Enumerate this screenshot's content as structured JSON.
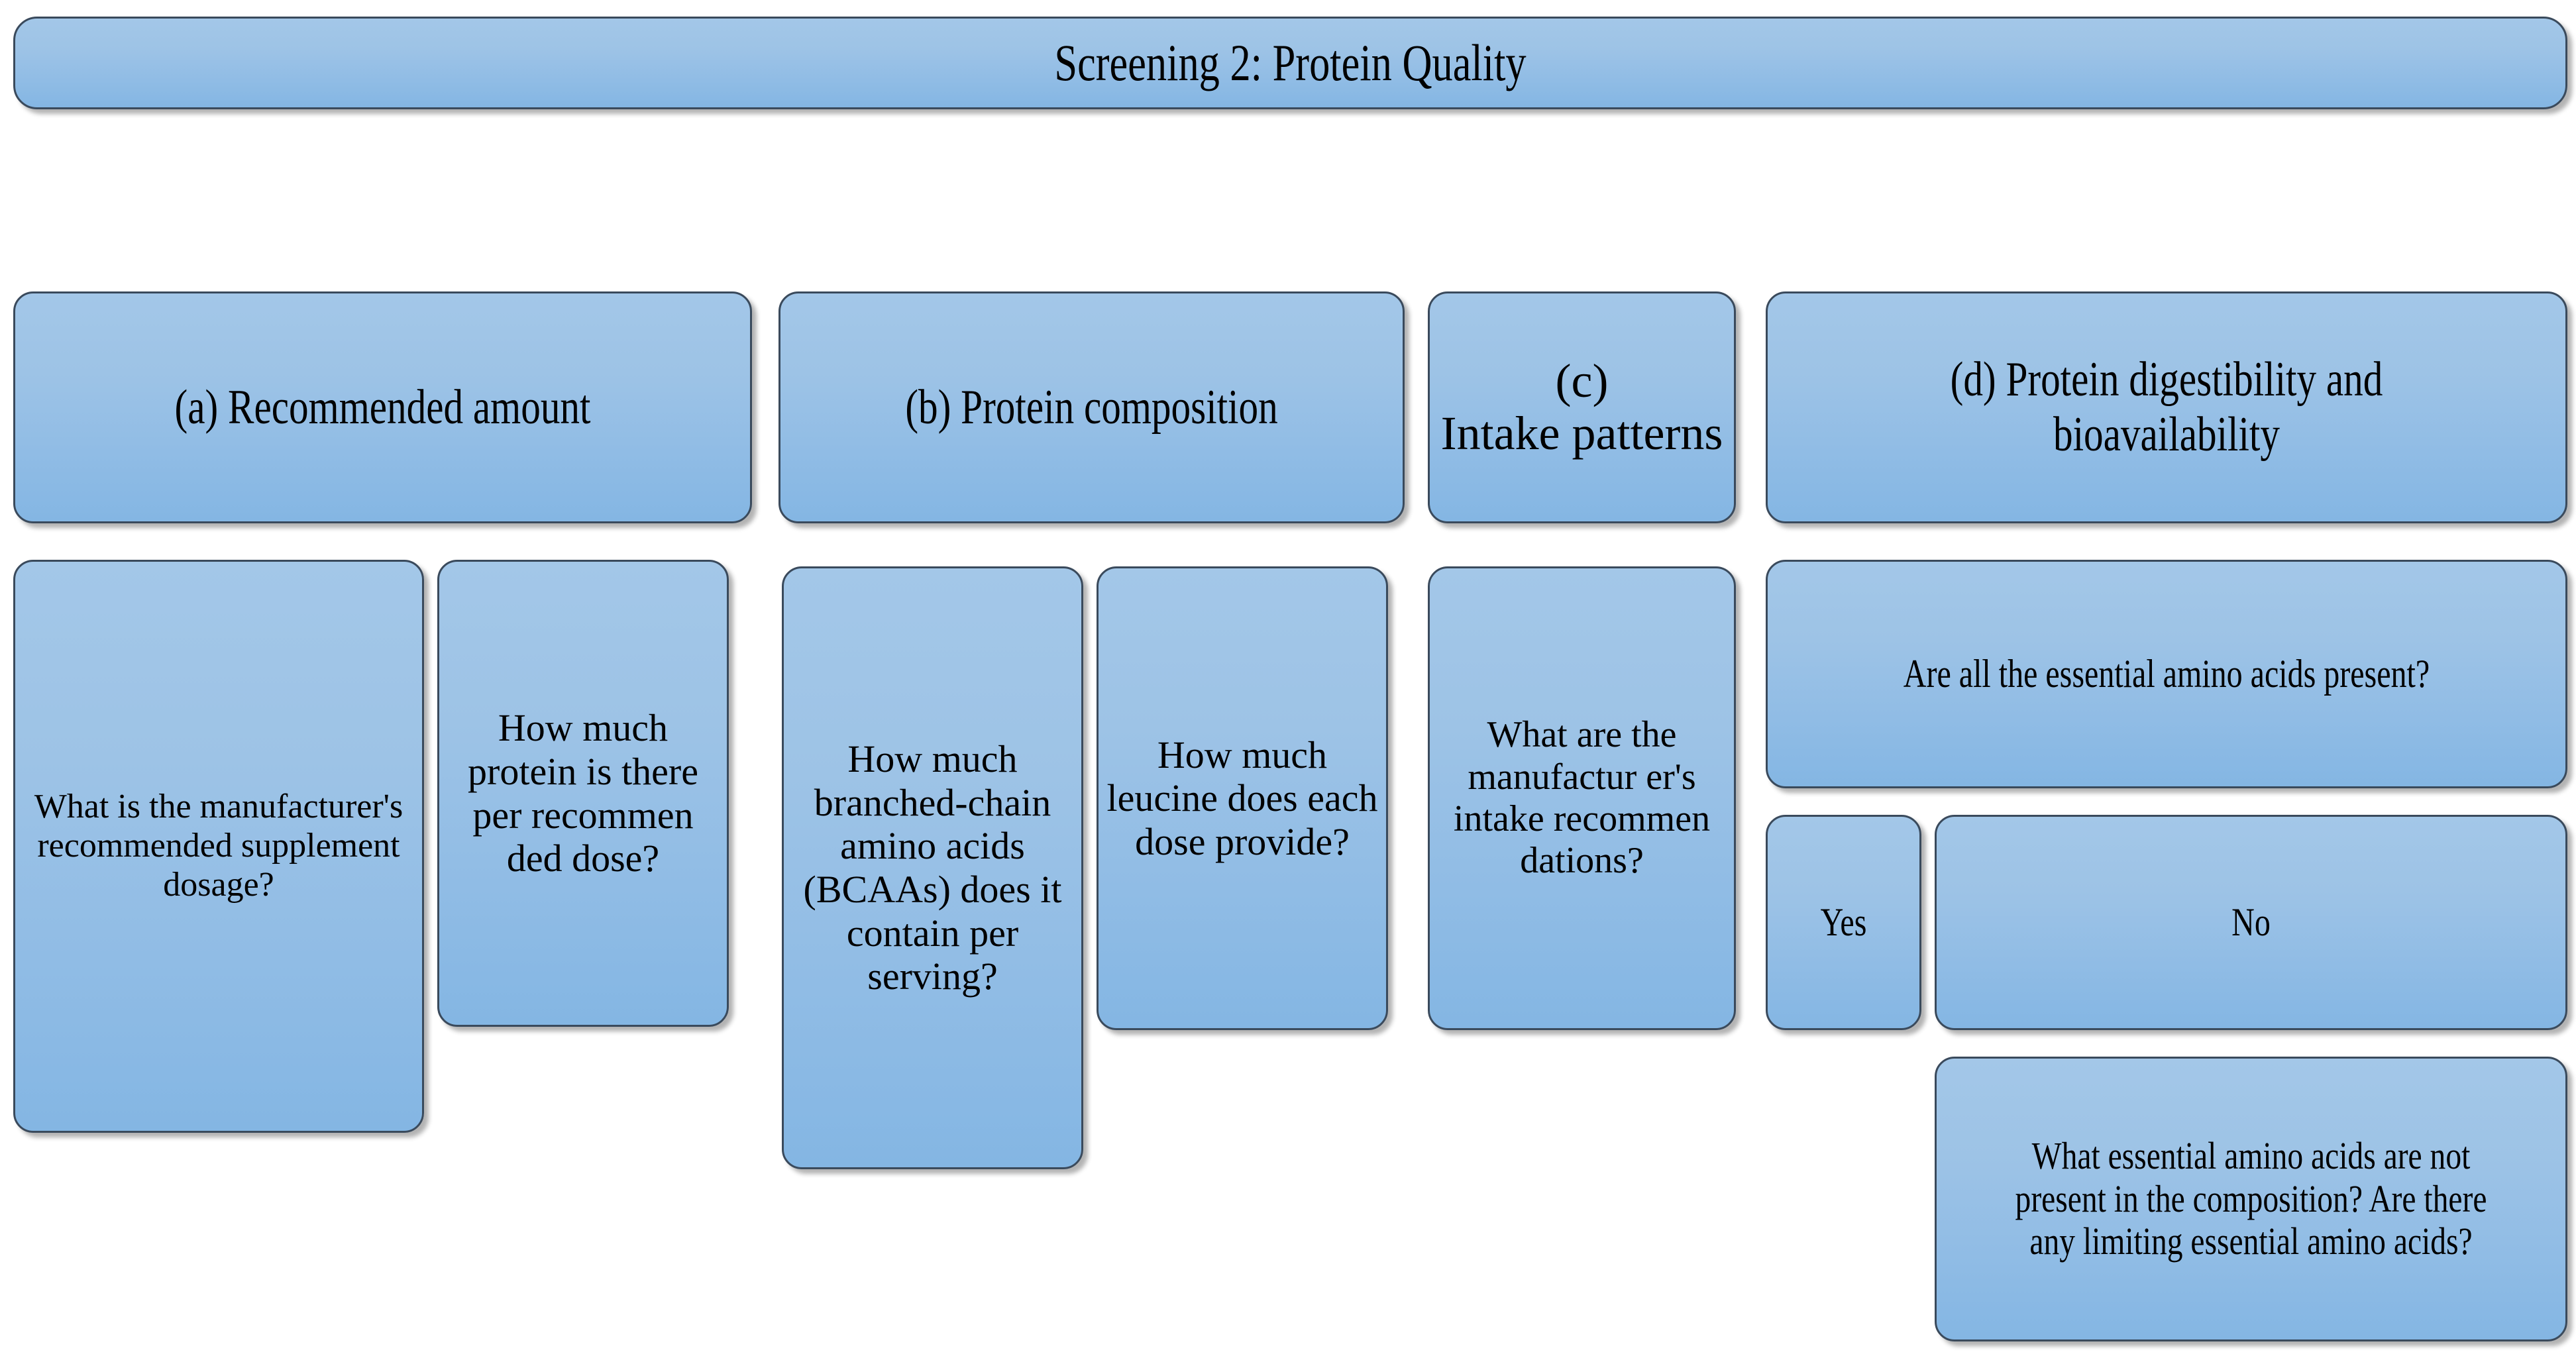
{
  "diagram": {
    "title": "Screening 2: Protein Quality",
    "categories": [
      {
        "key": "a",
        "label": "(a) Recommended amount"
      },
      {
        "key": "b",
        "label": "(b) Protein composition"
      },
      {
        "key": "c",
        "label": "(c)\nIntake patterns"
      },
      {
        "key": "d",
        "label": "(d) Protein digestibility and bioavailability"
      }
    ],
    "questions": {
      "a1": "What is the manufacturer's recommended supplement dosage?",
      "a2": "How much protein is there per recommen ded dose?",
      "b1": "How much branched-chain amino acids (BCAAs) does it contain per serving?",
      "b2": "How much leucine does each dose provide?",
      "c1": "What are the manufactur er's intake recommen dations?",
      "d1": "Are all the essential amino acids present?",
      "d2": "What essential amino acids are not present in the composition? Are there any limiting essential amino acids?"
    },
    "answers": {
      "yes": "Yes",
      "no": "No"
    },
    "colors": {
      "box_fill_top": "#a3c7e8",
      "box_fill_bottom": "#84b6e3",
      "box_border": "#3a4a5c",
      "text": "#000000",
      "background": "#ffffff"
    }
  }
}
